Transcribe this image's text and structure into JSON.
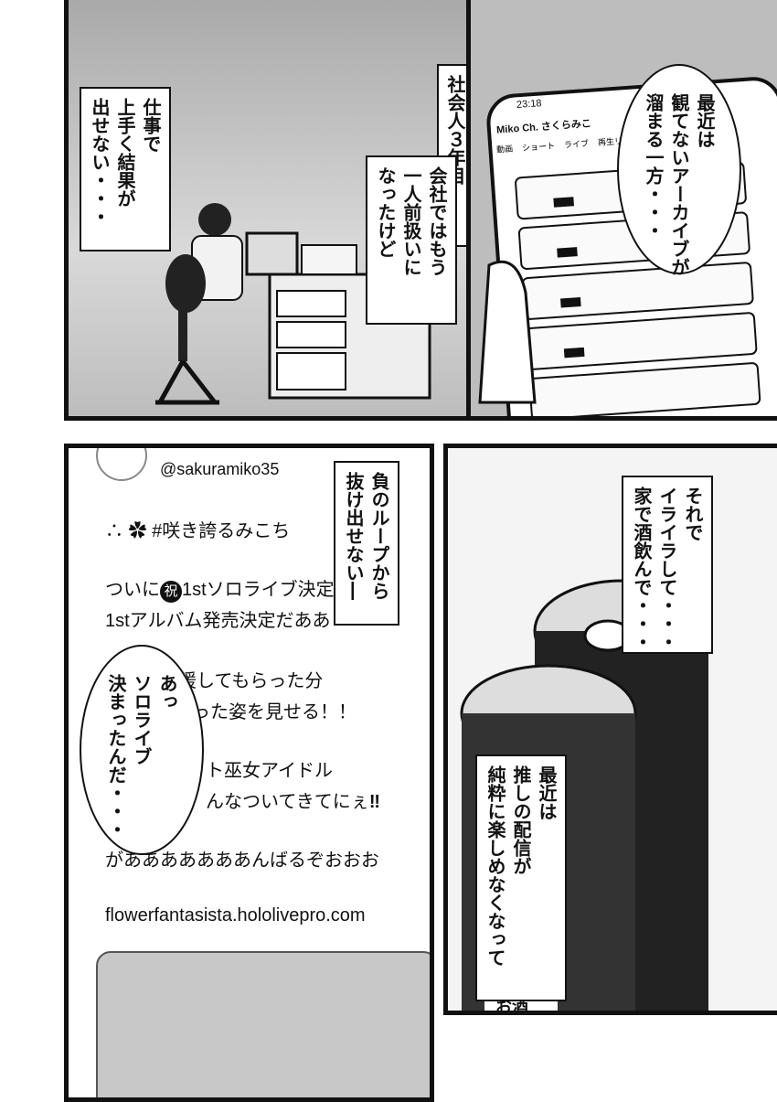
{
  "panel1": {
    "caption_work": "仕事で\n上手く結果が\n出せない・・・",
    "caption_shakaijin": "社会人３年目",
    "caption_kaisha": "会社ではもう\n一人前扱いに\nなったけど"
  },
  "panel2": {
    "speech": "最近は\n観てないアーカイブが\n溜まる一方・・・",
    "phone": {
      "time": "23:18",
      "channel": "Miko Ch. さくらみこ",
      "tabs": [
        "動画",
        "ショート",
        "ライブ",
        "再生リ"
      ]
    }
  },
  "panel3": {
    "tweet": {
      "handle": "@sakuramiko35",
      "hashtag": "#咲き誇るみこち",
      "line1": "ついに",
      "badge": "祝",
      "line1b": "1stソロライブ決定",
      "line2": "1stアルバム発売決定だああ",
      "line3": "み　　　援してもらった分",
      "line4": "誇った姿を見せる！！",
      "line5": "ト巫女アイドル",
      "line6": "んなついてきてにぇ",
      "exclaim": "‼",
      "line7": "があああああああんばるぞおおお",
      "url": "flowerfantasista.hololivepro.com"
    },
    "caption_loop": "負のループから\n抜け出せない―",
    "speech_solo": "あっ\nソロライブ\n決まったんだ・・・"
  },
  "panel4": {
    "caption_drink": "それで\nイライラして・・・\n家で酒飲んで・・・",
    "caption_recent": "最近は\n推しの配信が\n純粋に楽しめなくなって",
    "can_label": "お酒"
  },
  "colors": {
    "ink": "#111111",
    "screen_tone": "#9a9a9a",
    "paper": "#ffffff"
  }
}
